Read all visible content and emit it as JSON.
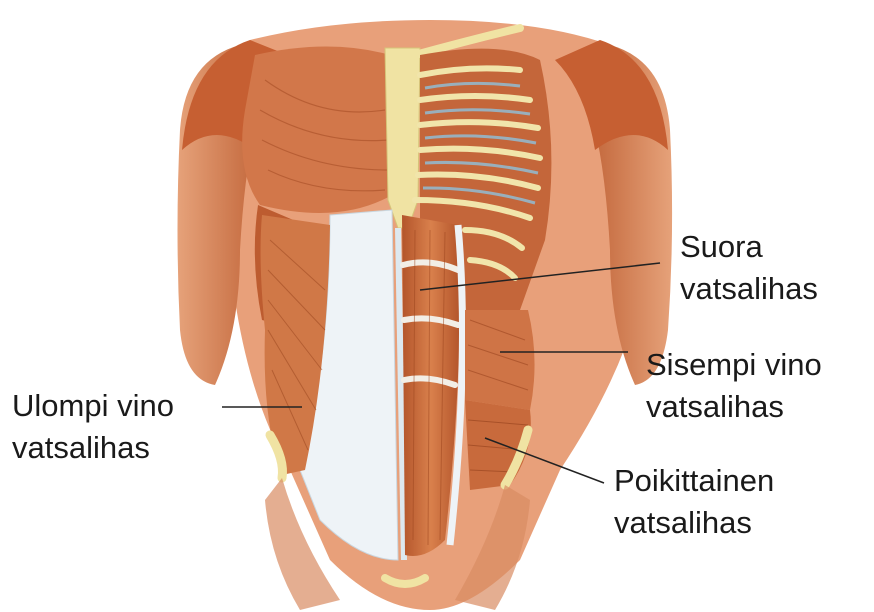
{
  "labels": {
    "rectus": {
      "line1": "Suora",
      "line2": "vatsalihas"
    },
    "internal_oblique": {
      "line1": "Sisempi vino",
      "line2": "vatsalihas"
    },
    "external_oblique": {
      "line1": "Ulompi vino",
      "line2": "vatsalihas"
    },
    "transversus": {
      "line1": "Poikittainen",
      "line2": "vatsalihas"
    }
  },
  "colors": {
    "muscle": "#c96a3c",
    "muscle_dark": "#9f4a24",
    "muscle_light": "#e39462",
    "fascia": "#eef3f7",
    "bone": "#f2e6a8",
    "leader_line": "#222222"
  }
}
